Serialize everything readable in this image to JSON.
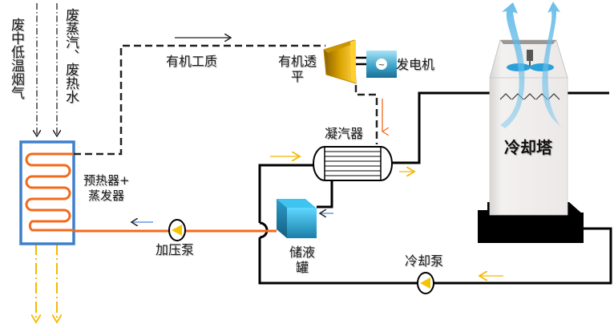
{
  "diagram": {
    "title": "有机朗肯循环余热发电系统",
    "labels": {
      "waste_flue_gas": "废中低温烟气",
      "waste_steam_water": "废蒸汽、废热水",
      "organic_working_fluid": "有机工质",
      "organic_turbine_line1": "有机透",
      "organic_turbine_line2": "平",
      "generator": "发电机",
      "condenser": "凝汽器",
      "cooling_tower": "冷却塔",
      "preheater_evaporator_line1": "预热器+",
      "preheater_evaporator_line2": "蒸发器",
      "booster_pump": "加压泵",
      "liquid_tank_line1": "储液",
      "liquid_tank_line2": "罐",
      "cooling_pump": "冷却泵"
    },
    "colors": {
      "working_fluid_pipe": "#f26a1b",
      "cooling_water_pipe": "#000000",
      "vapor_line": "#222222",
      "heat_exchanger_border": "#3f7fcc",
      "waste_out_arrows": "#f5b800",
      "flow_arrow_blue": "#4a86d6",
      "flow_arrow_yellow": "#f5b800",
      "turbine": "#e0a800",
      "generator": "#3aa0c8",
      "tank": "#2bb4e0",
      "tower_body": "#eeeeee",
      "tower_base": "#000000",
      "tower_air": "#7cc8ec"
    },
    "icons": {
      "turbine": "turbine-icon",
      "generator": "generator-icon",
      "pump": "pump-icon",
      "condenser": "condenser-icon",
      "tank": "tank-icon",
      "tower": "cooling-tower-icon",
      "fan": "fan-icon"
    },
    "generator_symbol": "~"
  }
}
